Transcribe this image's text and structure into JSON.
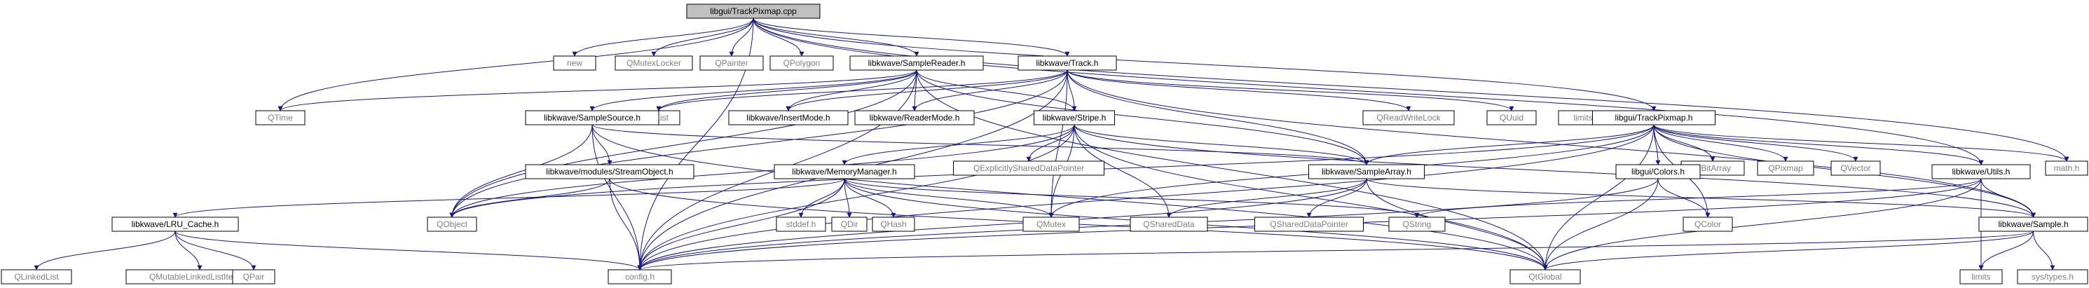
{
  "colors": {
    "root_fill": "#bfbfbf",
    "node_fill": "#ffffff",
    "external_text": "#808080",
    "internal_text": "#000000",
    "edge": "#191970"
  },
  "nodes": {
    "root": {
      "label": "libgui/TrackPixmap.cpp",
      "kind": "root"
    },
    "new": {
      "label": "new",
      "kind": "external"
    },
    "qmutexlocker": {
      "label": "QMutexLocker",
      "kind": "external"
    },
    "qpainter": {
      "label": "QPainter",
      "kind": "external"
    },
    "qpolygon": {
      "label": "QPolygon",
      "kind": "external"
    },
    "samplereader": {
      "label": "libkwave/SampleReader.h",
      "kind": "internal"
    },
    "track": {
      "label": "libkwave/Track.h",
      "kind": "internal"
    },
    "qtime": {
      "label": "QTime",
      "kind": "external"
    },
    "qlist": {
      "label": "QList",
      "kind": "external"
    },
    "insertmode": {
      "label": "libkwave/InsertMode.h",
      "kind": "internal"
    },
    "readermode": {
      "label": "libkwave/ReaderMode.h",
      "kind": "internal"
    },
    "qreadwritelock": {
      "label": "QReadWriteLock",
      "kind": "external"
    },
    "quuid": {
      "label": "QUuid",
      "kind": "external"
    },
    "limits_h": {
      "label": "limits.h",
      "kind": "external"
    },
    "trackpixmap_h": {
      "label": "libgui/TrackPixmap.h",
      "kind": "internal"
    },
    "samplesource": {
      "label": "libkwave/SampleSource.h",
      "kind": "internal"
    },
    "stripe": {
      "label": "libkwave/Stripe.h",
      "kind": "internal"
    },
    "qbitarray": {
      "label": "QBitArray",
      "kind": "external"
    },
    "qpixmap": {
      "label": "QPixmap",
      "kind": "external"
    },
    "qvector": {
      "label": "QVector",
      "kind": "external"
    },
    "math_h": {
      "label": "math.h",
      "kind": "external"
    },
    "streamobject": {
      "label": "libkwave/modules/StreamObject.h",
      "kind": "internal"
    },
    "memorymanager": {
      "label": "libkwave/MemoryManager.h",
      "kind": "internal"
    },
    "qexplicitly": {
      "label": "QExplicitlySharedDataPointer",
      "kind": "external"
    },
    "samplearray": {
      "label": "libkwave/SampleArray.h",
      "kind": "internal"
    },
    "colors": {
      "label": "libgui/Colors.h",
      "kind": "internal"
    },
    "utils": {
      "label": "libkwave/Utils.h",
      "kind": "internal"
    },
    "qobject": {
      "label": "QObject",
      "kind": "external"
    },
    "lrucache": {
      "label": "libkwave/LRU_Cache.h",
      "kind": "internal"
    },
    "stddef": {
      "label": "stddef.h",
      "kind": "external"
    },
    "qdir": {
      "label": "QDir",
      "kind": "external"
    },
    "qhash": {
      "label": "QHash",
      "kind": "external"
    },
    "qmutex": {
      "label": "QMutex",
      "kind": "external"
    },
    "qshareddata": {
      "label": "QSharedData",
      "kind": "external"
    },
    "qshareddatapointer": {
      "label": "QSharedDataPointer",
      "kind": "external"
    },
    "qstring": {
      "label": "QString",
      "kind": "external"
    },
    "qcolor": {
      "label": "QColor",
      "kind": "external"
    },
    "sample": {
      "label": "libkwave/Sample.h",
      "kind": "internal"
    },
    "qlinkedlist": {
      "label": "QLinkedList",
      "kind": "external"
    },
    "qmutablelinked": {
      "label": "QMutableLinkedListIterator",
      "kind": "external"
    },
    "qpair": {
      "label": "QPair",
      "kind": "external"
    },
    "config": {
      "label": "config.h",
      "kind": "external"
    },
    "qglobal": {
      "label": "QtGlobal",
      "kind": "external"
    },
    "limits": {
      "label": "limits",
      "kind": "external"
    },
    "systypes": {
      "label": "sys/types.h",
      "kind": "external"
    }
  },
  "edges": [
    [
      "root",
      "new"
    ],
    [
      "root",
      "qmutexlocker"
    ],
    [
      "root",
      "qpainter"
    ],
    [
      "root",
      "qpolygon"
    ],
    [
      "root",
      "samplereader"
    ],
    [
      "root",
      "track"
    ],
    [
      "root",
      "qtime"
    ],
    [
      "root",
      "trackpixmap_h"
    ],
    [
      "root",
      "utils"
    ],
    [
      "root",
      "math_h"
    ],
    [
      "root",
      "config"
    ],
    [
      "samplereader",
      "qtime"
    ],
    [
      "samplereader",
      "qlist"
    ],
    [
      "samplereader",
      "insertmode"
    ],
    [
      "samplereader",
      "readermode"
    ],
    [
      "samplereader",
      "samplesource"
    ],
    [
      "samplereader",
      "stripe"
    ],
    [
      "samplereader",
      "samplearray"
    ],
    [
      "samplereader",
      "qobject"
    ],
    [
      "samplereader",
      "config"
    ],
    [
      "samplereader",
      "qglobal"
    ],
    [
      "track",
      "qlist"
    ],
    [
      "track",
      "insertmode"
    ],
    [
      "track",
      "readermode"
    ],
    [
      "track",
      "qreadwritelock"
    ],
    [
      "track",
      "quuid"
    ],
    [
      "track",
      "stripe"
    ],
    [
      "track",
      "samplearray"
    ],
    [
      "track",
      "qobject"
    ],
    [
      "track",
      "qmutex"
    ],
    [
      "track",
      "config"
    ],
    [
      "track",
      "sample"
    ],
    [
      "trackpixmap_h",
      "qobject"
    ],
    [
      "trackpixmap_h",
      "qbitarray"
    ],
    [
      "trackpixmap_h",
      "qpixmap"
    ],
    [
      "trackpixmap_h",
      "qvector"
    ],
    [
      "trackpixmap_h",
      "colors"
    ],
    [
      "trackpixmap_h",
      "samplearray"
    ],
    [
      "trackpixmap_h",
      "utils"
    ],
    [
      "trackpixmap_h",
      "sample"
    ],
    [
      "trackpixmap_h",
      "qcolor"
    ],
    [
      "trackpixmap_h",
      "qglobal"
    ],
    [
      "trackpixmap_h",
      "config"
    ],
    [
      "trackpixmap_h",
      "math_h"
    ],
    [
      "trackpixmap_h",
      "qmutex"
    ],
    [
      "samplesource",
      "streamobject"
    ],
    [
      "samplesource",
      "samplearray"
    ],
    [
      "samplesource",
      "qobject"
    ],
    [
      "samplesource",
      "config"
    ],
    [
      "samplesource",
      "qglobal"
    ],
    [
      "stripe",
      "memorymanager"
    ],
    [
      "stripe",
      "qexplicitly"
    ],
    [
      "stripe",
      "samplearray"
    ],
    [
      "stripe",
      "qmutex"
    ],
    [
      "stripe",
      "qshareddata"
    ],
    [
      "stripe",
      "sample"
    ],
    [
      "stripe",
      "qobject"
    ],
    [
      "stripe",
      "config"
    ],
    [
      "stripe",
      "qglobal"
    ],
    [
      "streamobject",
      "qobject"
    ],
    [
      "streamobject",
      "config"
    ],
    [
      "streamobject",
      "qglobal"
    ],
    [
      "memorymanager",
      "lrucache"
    ],
    [
      "memorymanager",
      "stddef"
    ],
    [
      "memorymanager",
      "qdir"
    ],
    [
      "memorymanager",
      "qhash"
    ],
    [
      "memorymanager",
      "qmutex"
    ],
    [
      "memorymanager",
      "qstring"
    ],
    [
      "memorymanager",
      "config"
    ],
    [
      "memorymanager",
      "qglobal"
    ],
    [
      "samplearray",
      "qshareddata"
    ],
    [
      "samplearray",
      "qshareddatapointer"
    ],
    [
      "samplearray",
      "sample"
    ],
    [
      "samplearray",
      "config"
    ],
    [
      "samplearray",
      "qglobal"
    ],
    [
      "colors",
      "qcolor"
    ],
    [
      "colors",
      "config"
    ],
    [
      "colors",
      "qglobal"
    ],
    [
      "utils",
      "qstring"
    ],
    [
      "utils",
      "limits"
    ],
    [
      "utils",
      "sample"
    ],
    [
      "utils",
      "config"
    ],
    [
      "utils",
      "qglobal"
    ],
    [
      "lrucache",
      "qlinkedlist"
    ],
    [
      "lrucache",
      "qmutablelinked"
    ],
    [
      "lrucache",
      "qpair"
    ],
    [
      "lrucache",
      "config"
    ],
    [
      "sample",
      "qglobal"
    ],
    [
      "sample",
      "limits"
    ],
    [
      "sample",
      "systypes"
    ],
    [
      "sample",
      "config"
    ]
  ]
}
